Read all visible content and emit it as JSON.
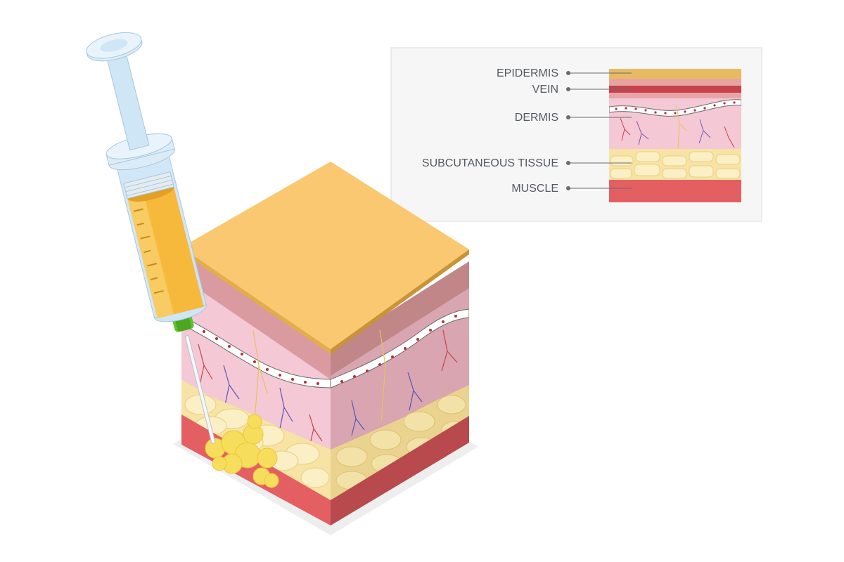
{
  "legend": {
    "labels": [
      {
        "id": "epidermis",
        "text": "EPIDERMIS"
      },
      {
        "id": "vein",
        "text": "VEIN"
      },
      {
        "id": "dermis",
        "text": "DERMIS"
      },
      {
        "id": "subcutaneous",
        "text": "SUBCUTANEOUS TISSUE"
      },
      {
        "id": "muscle",
        "text": "MUSCLE"
      }
    ]
  },
  "colors": {
    "epidermis": "#e8bb63",
    "vein": "#c9414a",
    "dermis": "#f4c8d4",
    "dermis_dark": "#d9a3ae",
    "subcutaneous": "#f7e3a3",
    "fat_cell": "#fbefc6",
    "muscle": "#e45f62",
    "muscle_dark": "#b84a4e",
    "top_face": "#f9c871",
    "syringe_barrel": "#cfe6f7",
    "syringe_liquid": "#f6b93b",
    "needle_hub": "#5fc22c",
    "injected_fat": "#f7dd5c",
    "panel_bg": "#f6f6f6",
    "panel_border": "#dddddd"
  }
}
